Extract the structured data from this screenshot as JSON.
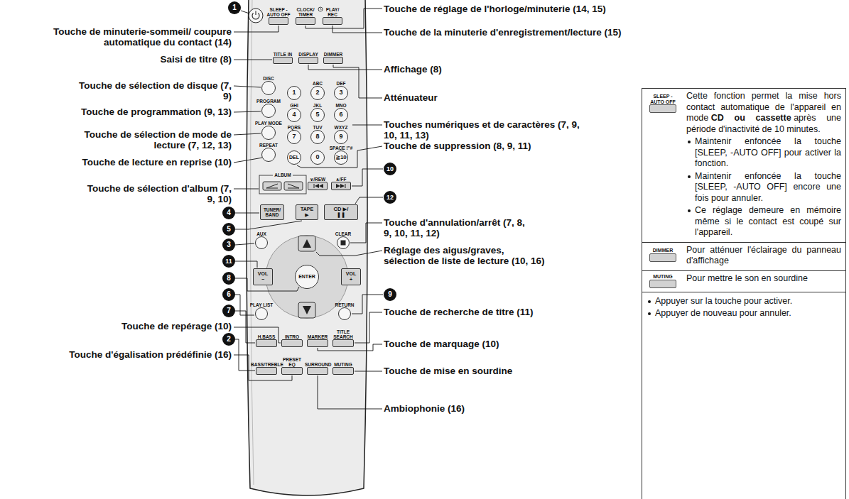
{
  "diagram": {
    "nodes": [
      {
        "text": [
          "SLEEP -AUTO OFF"
        ]
      },
      {
        "text": [
          "CLOCK/ TIMER"
        ]
      },
      {
        "text": [
          "PLAY/ REC"
        ]
      },
      {
        "text": [
          "TITLE IN"
        ]
      },
      {
        "text": [
          "DISPLAY"
        ]
      },
      {
        "text": [
          "DIMMER"
        ]
      },
      {
        "text": [
          "DISC"
        ]
      },
      {
        "text": [
          "PROGRAM"
        ]
      },
      {
        "text": [
          "PLAY MODE"
        ]
      },
      {
        "text": [
          "REPEAT"
        ]
      },
      {
        "text": [
          "1"
        ]
      },
      {
        "text": [
          "ABC",
          "2"
        ]
      },
      {
        "text": [
          "DEF",
          "3"
        ]
      },
      {
        "text": [
          "GHI",
          "4"
        ]
      },
      {
        "text": [
          "JKL",
          "5"
        ]
      },
      {
        "text": [
          "MNO",
          "6"
        ]
      },
      {
        "text": [
          "PQRS",
          "7"
        ]
      },
      {
        "text": [
          "TUV",
          "8"
        ]
      },
      {
        "text": [
          "WXYZ",
          "9"
        ]
      },
      {
        "text": [
          "DEL"
        ]
      },
      {
        "text": [
          "0"
        ]
      },
      {
        "text": [
          "SPACE !\"#",
          "≧10"
        ]
      },
      {
        "text": [
          "∨/REW"
        ]
      },
      {
        "text": [
          "∧/FF"
        ]
      },
      {
        "text": [
          "TUNER/ BAND"
        ]
      },
      {
        "text": [
          "TAPE ▶"
        ]
      },
      {
        "text": [
          "CD ▶/❚❚"
        ]
      },
      {
        "text": [
          "AUX"
        ]
      },
      {
        "text": [
          "CLEAR"
        ]
      },
      {
        "text": [
          "VOL −"
        ]
      },
      {
        "text": [
          "ENTER"
        ]
      },
      {
        "text": [
          "VOL +"
        ]
      },
      {
        "text": [
          "PLAY LIST"
        ]
      },
      {
        "text": [
          "RETURN"
        ]
      },
      {
        "text": [
          "H.BASS"
        ]
      },
      {
        "text": [
          "INTRO"
        ]
      },
      {
        "text": [
          "MARKER"
        ]
      },
      {
        "text": [
          "TITLE SEARCH"
        ]
      },
      {
        "text": [
          "BASS/TREBLE"
        ]
      },
      {
        "text": [
          "PRESET EQ"
        ]
      },
      {
        "text": [
          "SURROUND"
        ]
      },
      {
        "text": [
          "MUTING"
        ]
      },
      {
        "text": [
          "Cette fonction permet la mise hors contact automatique de l'appareil en mode",
          "CD ou cassette",
          "après une période d'inactivité de 10 minutes.",
          "Maintenir enfoncée la touche [SLEEP, -AUTO OFF] pour activer la fonction.",
          "Maintenir enfoncée la touche [SLEEP, -AUTO OFF] encore une fois pour annuler.",
          "Ce réglage demeure en mémoire même si le contact est coupé sur l'appareil."
        ]
      },
      {
        "text": [
          "SLEEP -AUTO OFF"
        ],
        "in": 42
      },
      {
        "text": [
          "Pour atténuer l'éclairage du panneau d'affichage"
        ]
      },
      {
        "text": [
          "DIMMER"
        ],
        "in": 44
      },
      {
        "text": [
          "Pour mettre le son en sourdine"
        ]
      },
      {
        "text": [
          "MUTING"
        ],
        "in": 46
      },
      {
        "text": [
          "Appuyer sur la touche pour activer.",
          "Appuyer de nouveau pour annuler."
        ]
      }
    ],
    "labels": [
      "1",
      "Touche de minuterie-sommeil/ coupure automatique du contact (14)",
      "Saisi de titre (8)",
      "Touche de sélection de disque (7, 9)",
      "Touche de programmation (9, 13)",
      "Touche de sélection de mode de lecture (7, 12, 13)",
      "Touche de lecture en reprise (10)",
      "Touche de sélection d'album (7, 9, 10)",
      "4",
      "5",
      "3",
      "11",
      "8",
      "6",
      "7",
      "Touche de repérage (10)",
      "2",
      "Touche d'égalisation prédéfinie (16)",
      "Touche de réglage de l'horloge/minuterie (14, 15)",
      "Touche de la minuterie d'enregistrement/lecture (15)",
      "Affichage (8)",
      "Atténuateur",
      "Touches numériques et de caractères (7, 9, 10, 11, 13)",
      "Touche de suppression (8, 9, 11)",
      "10",
      "12",
      "Touche d'annulation/arrêt (7, 8, 9, 10, 11, 12)",
      "Réglage des aigus/graves, sélection de liste de lecture (10, 16)",
      "9",
      "Touche de recherche de titre (11)",
      "Touche de marquage (10)",
      "Touche de mise en sourdine",
      "Ambiophonie (16)",
      "ALBUM"
    ]
  }
}
